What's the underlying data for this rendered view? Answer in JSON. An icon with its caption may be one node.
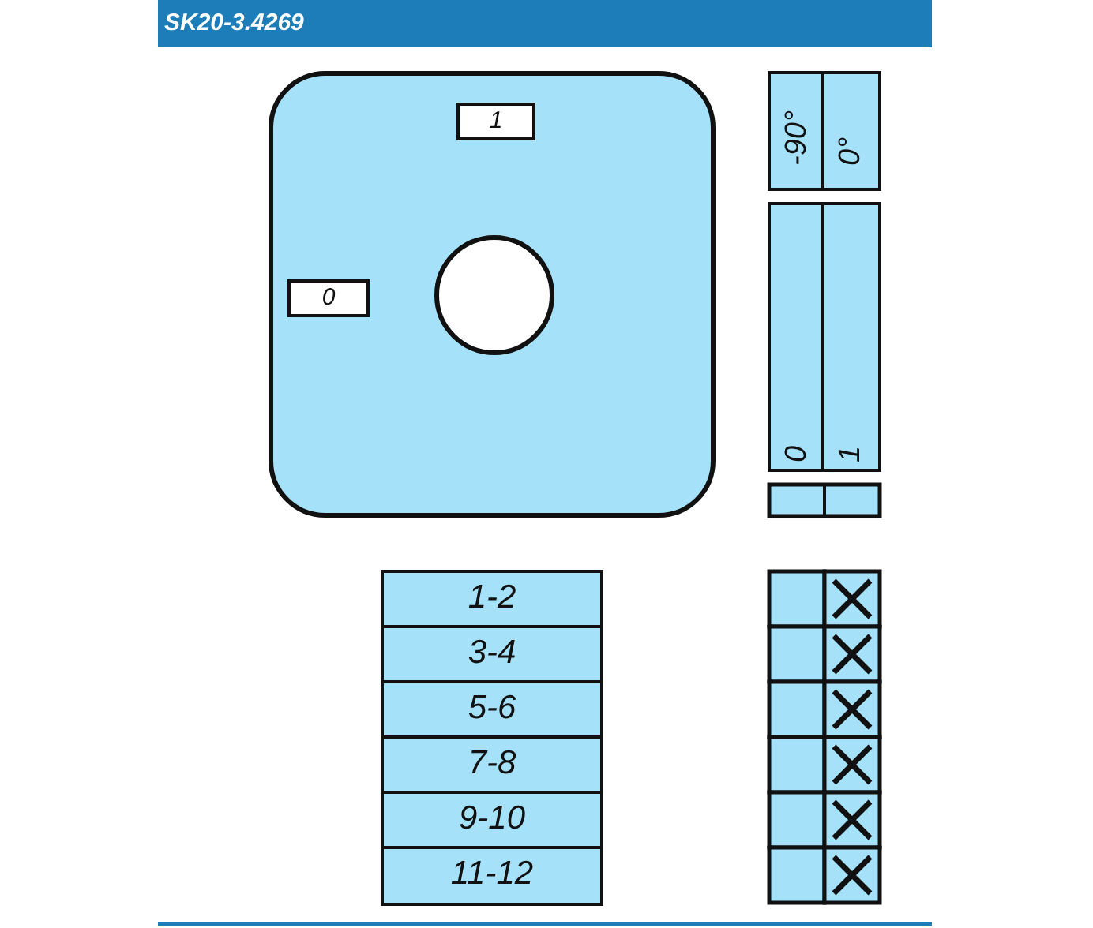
{
  "diagram": {
    "title": "SK20-3.4269",
    "nodes": [
      {
        "text": [],
        "shape": "box"
      },
      {
        "text": [
          "1"
        ],
        "in": 0
      },
      {
        "text": [
          "0"
        ],
        "in": 0
      },
      {
        "text": [],
        "shape": "circle",
        "in": 0
      },
      {
        "text": [
          "-90°"
        ]
      },
      {
        "text": [
          "0°"
        ]
      },
      {
        "text": [
          "0"
        ]
      },
      {
        "text": [
          "1"
        ]
      },
      {
        "text": [
          "1-2"
        ]
      },
      {
        "text": [
          "3-4"
        ]
      },
      {
        "text": [
          "5-6"
        ]
      },
      {
        "text": [
          "7-8"
        ]
      },
      {
        "text": [
          "9-10"
        ]
      },
      {
        "text": [
          "11-12"
        ]
      }
    ]
  }
}
